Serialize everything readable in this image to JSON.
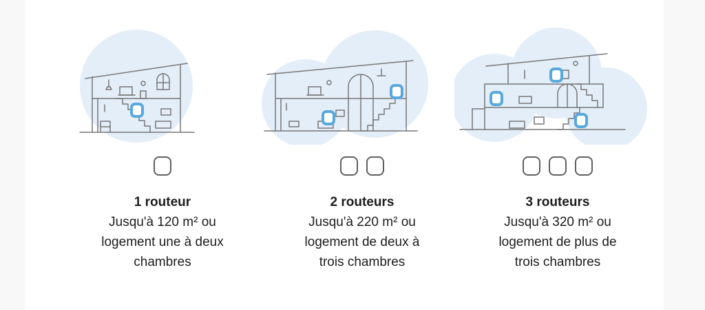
{
  "plans": [
    {
      "title": "1 routeur",
      "description": "Jusqu'à 120 m² ou logement une à deux chambres",
      "router_count": 1
    },
    {
      "title": "2 routeurs",
      "description": "Jusqu'à 220 m² ou logement de deux à trois chambres",
      "router_count": 2
    },
    {
      "title": "3 routeurs",
      "description": "Jusqu'à 320 m² ou logement de plus de trois chambres",
      "router_count": 3
    }
  ],
  "colors": {
    "coverage": "#e3eef9",
    "router": "#59a8dd",
    "line": "#777777",
    "icon_outline": "#5f5f5f"
  },
  "icons": {
    "house": "house-illustration-icon",
    "router": "router-icon",
    "coverage": "wifi-coverage-icon"
  }
}
